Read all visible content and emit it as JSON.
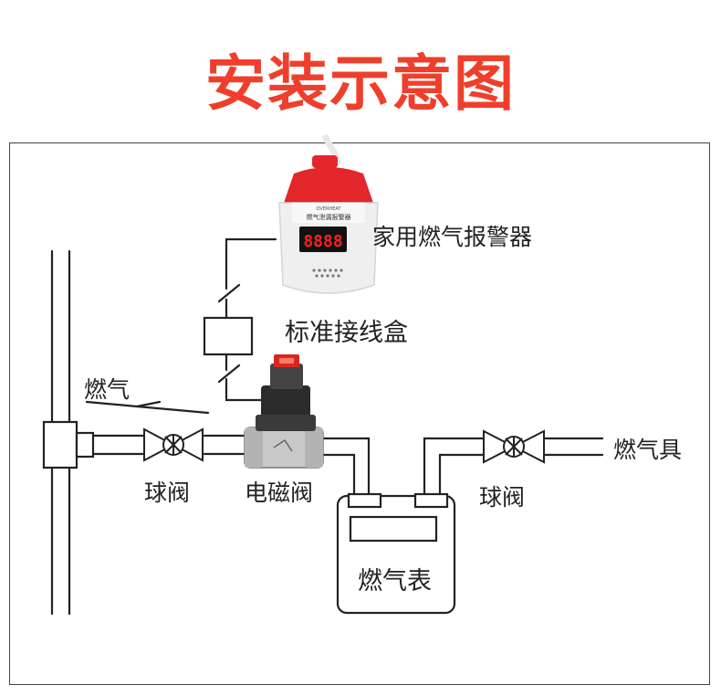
{
  "title": "安装示意图",
  "labels": {
    "alarm": "家用燃气报警器",
    "junction_box": "标准接线盒",
    "gas_in": "燃气",
    "ball_valve_left": "球阀",
    "solenoid_valve": "电磁阀",
    "ball_valve_right": "球阀",
    "gas_appliance": "燃气具",
    "gas_meter": "燃气表"
  },
  "detector": {
    "display": "8888",
    "top_text_1": "OVERHEAT",
    "top_text_2": "燃气泄漏报警器"
  },
  "colors": {
    "title": "#ef3f2c",
    "device_red": "#e3262b",
    "display_digits": "#ff2020",
    "line": "#222222"
  }
}
